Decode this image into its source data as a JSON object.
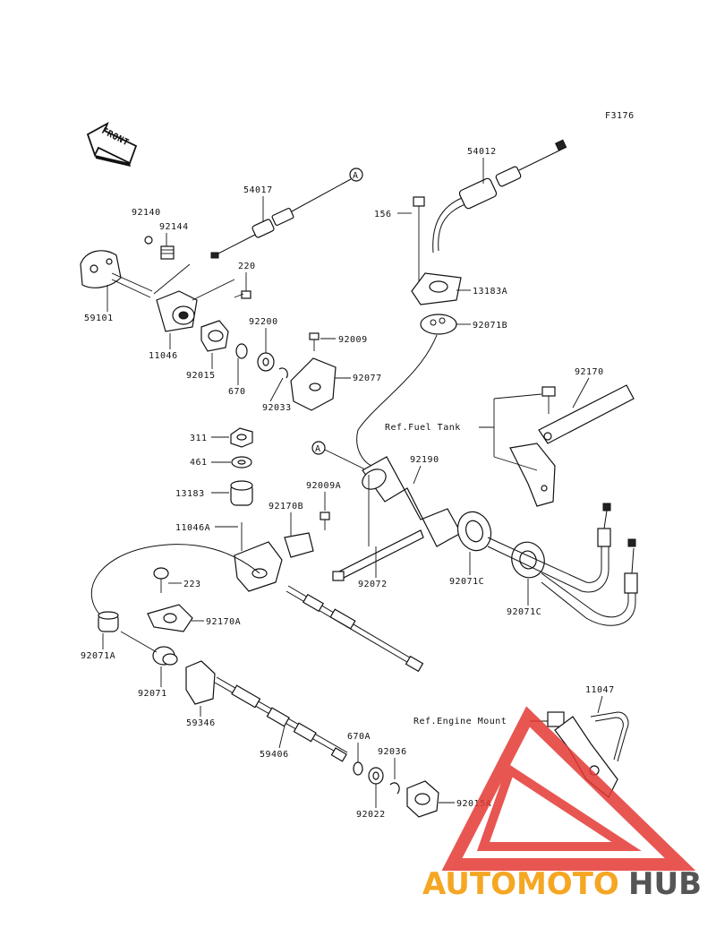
{
  "figure_code": "F3176",
  "front_label": "FRONT",
  "refs": {
    "fuel_tank": "Ref.Fuel Tank",
    "engine_mount": "Ref.Engine Mount"
  },
  "callout": "A",
  "labels": {
    "p54012": "54012",
    "p54017": "54017",
    "p156": "156",
    "p13183A": "13183A",
    "p92071B": "92071B",
    "p92140": "92140",
    "p92144": "92144",
    "p220": "220",
    "p59101": "59101",
    "p92200": "92200",
    "p92009": "92009",
    "p11046": "11046",
    "p92015": "92015",
    "p670": "670",
    "p92033": "92033",
    "p92077": "92077",
    "p92170": "92170",
    "p311": "311",
    "p461": "461",
    "p13183": "13183",
    "p92009A": "92009A",
    "p92190": "92190",
    "p92170B": "92170B",
    "p11046A": "11046A",
    "p223": "223",
    "p92072": "92072",
    "p92071C1": "92071C",
    "p92071C2": "92071C",
    "p92170A": "92170A",
    "p92071A": "92071A",
    "p92071": "92071",
    "p59346": "59346",
    "p11047": "11047",
    "p670A": "670A",
    "p92036": "92036",
    "p59406": "59406",
    "p92022": "92022",
    "p92015A": "92015A"
  },
  "watermark": {
    "part1": "AUTOMOTO",
    "part2": "HUB",
    "color1": "#F5A623",
    "color2": "#555555",
    "triangle_color": "#E53935"
  }
}
